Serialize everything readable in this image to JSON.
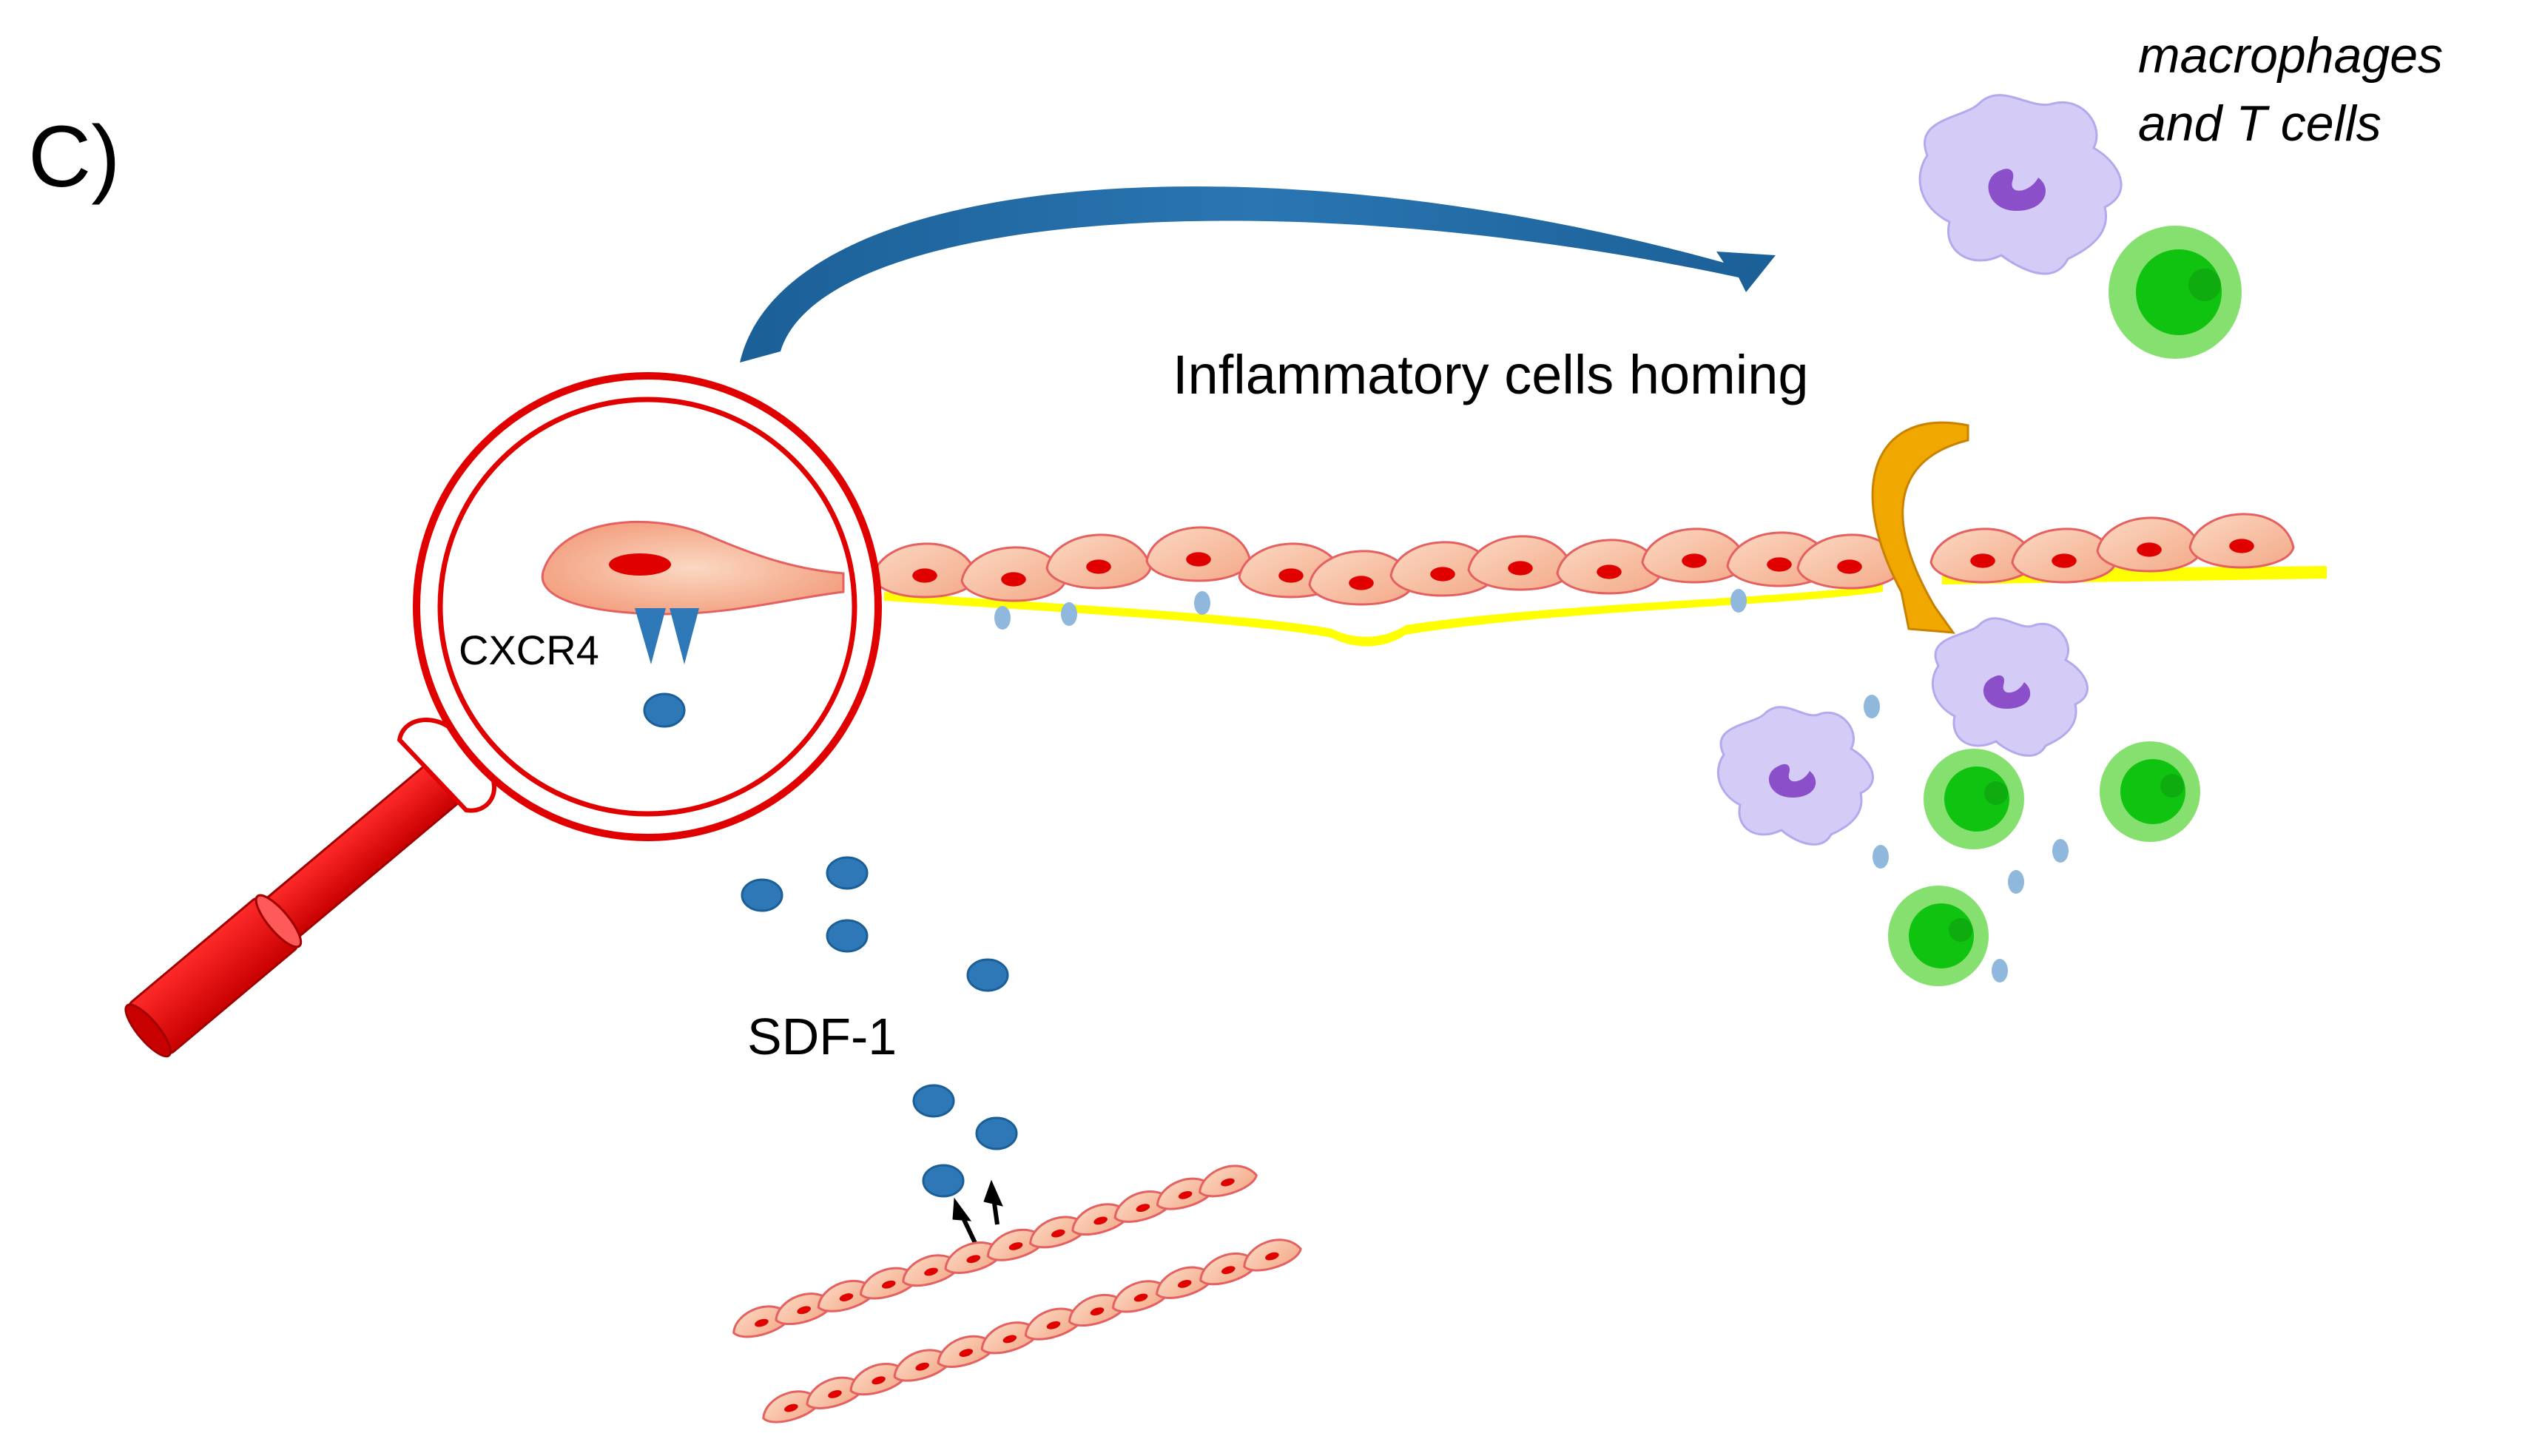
{
  "panel_label": "C)",
  "labels": {
    "homing": "Inflammatory cells homing",
    "receptor": "CXCR4",
    "chemokine": "SDF-1",
    "cells_line1": "macrophages",
    "cells_line2": "and T cells"
  },
  "icons": {
    "magnifier": "magnifying-glass-icon",
    "macrophage": "macrophage-icon",
    "tcell": "t-cell-icon",
    "endothelial": "endothelial-cell-icon",
    "chemokine": "sdf1-molecule-icon",
    "arrow_homing": "curved-arrow-icon",
    "arrow_transmigration": "curved-arrow-icon"
  },
  "colors": {
    "magnifier_red": "#e00000",
    "homing_arrow": "#1f6aa5",
    "transmigration_arrow": "#f0a800",
    "sdf1_molecule": "#2f78b7",
    "sdf1_small": "#8fb8dc",
    "macrophage_body": "#d4cbf7",
    "macrophage_nucleus": "#8a4fc9",
    "tcell_outer": "#86e070",
    "tcell_inner": "#11c311",
    "cell_fill": "#f8c4a4",
    "cell_nucleus": "#e00000",
    "basement_membrane": "#ffff00"
  }
}
